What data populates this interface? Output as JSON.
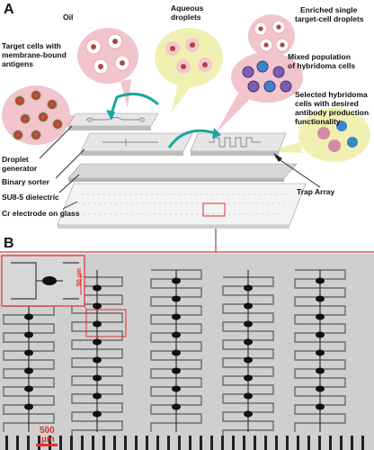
{
  "panels": {
    "a": "A",
    "b": "B"
  },
  "labels": {
    "oil": "Oil",
    "aqueous_droplets": [
      "Aqueous",
      "droplets"
    ],
    "enriched": [
      "Enriched single",
      "target-cell droplets"
    ],
    "target_cells": [
      "Target cells with",
      "membrane-bound",
      "antigens"
    ],
    "mixed": [
      "Mixed population",
      "of hybridoma cells"
    ],
    "selected": [
      "Selected hybridoma",
      "cells with desired",
      "antibody production",
      "functionality"
    ],
    "droplet_generator": [
      "Droplet",
      "generator"
    ],
    "binary_sorter": "Binary sorter",
    "su8": "SU8-5 dielectric",
    "cr": "Cr electrode on glass",
    "trap_array": "Trap Array"
  },
  "scale_bars": {
    "main": [
      "500",
      "µm"
    ],
    "inset": "50 µm"
  },
  "colors": {
    "pink_bubble": "#f2c4cc",
    "yellow_bubble": "#f1f0b3",
    "teal_arrow": "#1aa6a0",
    "red_outline": "#e0312f",
    "chip_top": "#e6e6e6",
    "chip_side": "#bdbdbd"
  }
}
